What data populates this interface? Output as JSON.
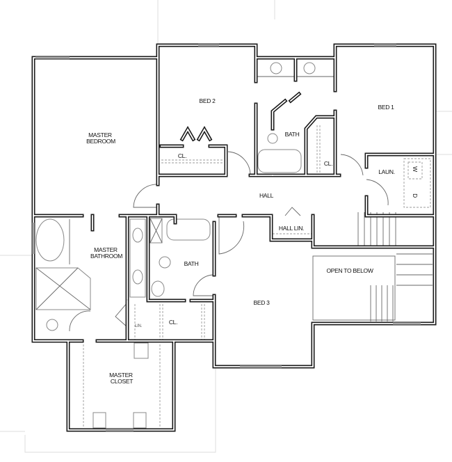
{
  "plan": {
    "rooms": {
      "master_bedroom": [
        "MASTER",
        "BEDROOM"
      ],
      "bed2": "BED 2",
      "bath_upper": "BATH",
      "bed1": "BED 1",
      "cl_bed2": "CL.",
      "cl_bed1": "CL.",
      "laundry": "LAUN.",
      "washer": "W",
      "dryer": "D",
      "hall": "HALL",
      "hall_linen": "HALL LIN.",
      "master_bathroom": [
        "MASTER",
        "BATHROOM"
      ],
      "bath_lower": "BATH",
      "open_to_below": "OPEN TO BELOW",
      "bed3": "BED 3",
      "cl_lower": "CL.",
      "linen": "LIN.",
      "master_closet": [
        "MASTER",
        "CLOSET"
      ]
    }
  }
}
